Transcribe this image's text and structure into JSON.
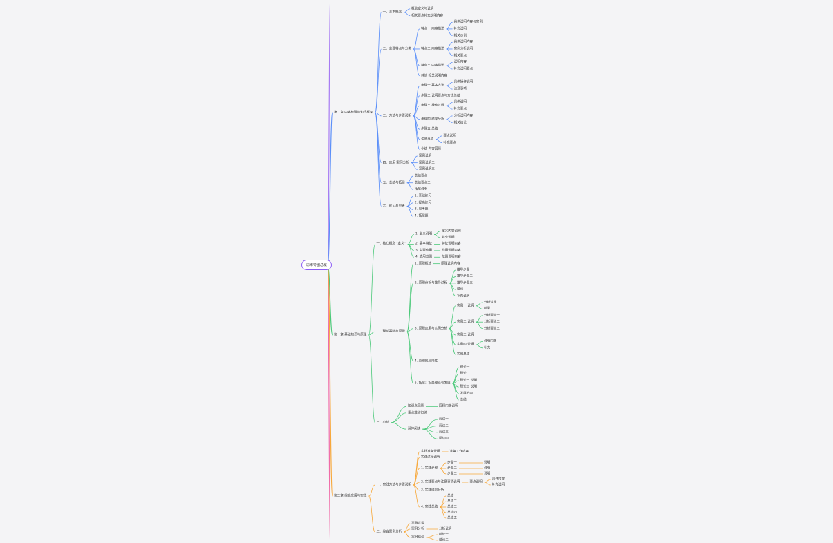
{
  "root": "思维导图总览",
  "colors": {
    "blue": "#5b8ff9",
    "green": "#4cc97a",
    "orange": "#f7a83b",
    "purple": "#a77bf3",
    "pink": "#f06ba8"
  },
  "branches": [
    {
      "label": "第二章 内容梳理与知识框架",
      "color": "#5b8ff9",
      "children": [
        {
          "label": "一、基本概念",
          "children": [
            {
              "label": "概念定义与说明"
            },
            {
              "label": "相关要点补充说明内容"
            }
          ]
        },
        {
          "label": "二、主要特点与分类",
          "children": [
            {
              "label": "特点一 内容描述",
              "children": [
                {
                  "label": "具体说明内容与实例"
                },
                {
                  "label": "补充说明"
                },
                {
                  "label": "相关示例"
                }
              ]
            },
            {
              "label": "特点二 内容描述",
              "children": [
                {
                  "label": "具体说明内容"
                },
                {
                  "label": "实例分析说明"
                },
                {
                  "label": "相关要点"
                }
              ]
            },
            {
              "label": "特点三 内容描述",
              "children": [
                {
                  "label": "说明内容"
                },
                {
                  "label": "补充说明要点"
                }
              ]
            },
            {
              "label": "其他 相关说明内容"
            }
          ]
        },
        {
          "label": "三、方法与步骤说明",
          "children": [
            {
              "label": "步骤一 基本方法",
              "children": [
                {
                  "label": "具体操作说明"
                },
                {
                  "label": "注意事项"
                }
              ]
            },
            {
              "label": "步骤二 说明要点与方法总结"
            },
            {
              "label": "步骤三 操作过程",
              "children": [
                {
                  "label": "具体说明"
                },
                {
                  "label": "补充要点"
                }
              ]
            },
            {
              "label": "步骤四 结果分析",
              "children": [
                {
                  "label": "分析说明内容"
                },
                {
                  "label": "相关结论"
                }
              ]
            },
            {
              "label": "步骤五 总结"
            },
            {
              "label": "注意事项",
              "children": [
                {
                  "label": "要点说明"
                },
                {
                  "label": "补充要点"
                }
              ]
            },
            {
              "label": "小结 内容回顾"
            }
          ]
        },
        {
          "label": "四、应用 案例分析",
          "children": [
            {
              "label": "案例说明一"
            },
            {
              "label": "案例说明二"
            },
            {
              "label": "案例说明三"
            }
          ]
        },
        {
          "label": "五、总结与拓展",
          "children": [
            {
              "label": "总结要点一"
            },
            {
              "label": "总结要点二"
            },
            {
              "label": "拓展说明"
            }
          ]
        },
        {
          "label": "六、练习与思考",
          "children": [
            {
              "label": "1. 基础练习"
            },
            {
              "label": "2. 提高练习"
            },
            {
              "label": "3. 思考题"
            },
            {
              "label": "4. 拓展题"
            }
          ]
        }
      ]
    },
    {
      "label": "第一章 基础知识与原理",
      "color": "#4cc97a",
      "children": [
        {
          "label": "一、核心概念 \"定义\"",
          "children": [
            {
              "label": "1. 定义说明",
              "children": [
                {
                  "label": "定义内容说明"
                },
                {
                  "label": "补充说明"
                }
              ]
            },
            {
              "label": "2. 基本特征",
              "children": [
                {
                  "label": "特征说明内容"
                }
              ]
            },
            {
              "label": "3. 主要作用",
              "children": [
                {
                  "label": "作用说明内容"
                }
              ]
            },
            {
              "label": "4. 适用范围",
              "children": [
                {
                  "label": "范围说明内容"
                }
              ]
            }
          ]
        },
        {
          "label": "二、理论基础与原理",
          "children": [
            {
              "label": "1. 原理概述",
              "children": [
                {
                  "label": "原理说明内容"
                }
              ]
            },
            {
              "label": "2. 原理分析与推导过程",
              "children": [
                {
                  "label": "推导步骤一"
                },
                {
                  "label": "推导步骤二"
                },
                {
                  "label": "推导步骤三"
                },
                {
                  "label": "结论"
                },
                {
                  "label": "补充说明"
                }
              ]
            },
            {
              "label": "3. 原理应用与实例分析",
              "children": [
                {
                  "label": "实例一 说明",
                  "children": [
                    {
                      "label": "分析过程"
                    },
                    {
                      "label": "结果"
                    }
                  ]
                },
                {
                  "label": "实例二 说明",
                  "children": [
                    {
                      "label": "分析要点一"
                    },
                    {
                      "label": "分析要点二"
                    },
                    {
                      "label": "分析要点三"
                    }
                  ]
                },
                {
                  "label": "实例三 说明"
                },
                {
                  "label": "实例四 说明",
                  "children": [
                    {
                      "label": "说明内容"
                    },
                    {
                      "label": "补充"
                    }
                  ]
                },
                {
                  "label": "实例总结"
                }
              ]
            },
            {
              "label": "4. 原理的局限性"
            },
            {
              "label": "5. 拓展：相关理论与发展",
              "children": [
                {
                  "label": "理论一"
                },
                {
                  "label": "理论二"
                },
                {
                  "label": "理论三 说明"
                },
                {
                  "label": "理论四 说明"
                },
                {
                  "label": "发展方向"
                },
                {
                  "label": "总结"
                }
              ]
            }
          ]
        },
        {
          "label": "三、小结",
          "children": [
            {
              "label": "知识点回顾",
              "children": [
                {
                  "label": "回顾内容说明"
                }
              ]
            },
            {
              "label": "重点难点归纳"
            },
            {
              "label": "延伸阅读",
              "children": [
                {
                  "label": "阅读一"
                },
                {
                  "label": "阅读二"
                },
                {
                  "label": "阅读三"
                },
                {
                  "label": "阅读四"
                }
              ]
            }
          ]
        }
      ]
    },
    {
      "label": "第三章 综合应用与实践",
      "color": "#f7a83b",
      "children": [
        {
          "label": "一、实践方法与步骤说明",
          "children": [
            {
              "label": "实践准备说明",
              "children": [
                {
                  "label": "准备工作内容"
                }
              ]
            },
            {
              "label": "实践过程说明"
            },
            {
              "label": "1. 实践步骤",
              "children": [
                {
                  "label": "步骤一",
                  "children": [
                    {
                      "label": "说明"
                    }
                  ]
                },
                {
                  "label": "步骤二",
                  "children": [
                    {
                      "label": "说明"
                    }
                  ]
                },
                {
                  "label": "步骤三",
                  "children": [
                    {
                      "label": "说明"
                    }
                  ]
                }
              ]
            },
            {
              "label": "2. 实践要点与注意事项说明",
              "children": [
                {
                  "label": "要点说明",
                  "children": [
                    {
                      "label": "具体内容"
                    },
                    {
                      "label": "补充说明"
                    }
                  ]
                }
              ]
            },
            {
              "label": "3. 实践结果分析"
            },
            {
              "label": "4. 实践总结",
              "children": [
                {
                  "label": "总结一"
                },
                {
                  "label": "总结二"
                },
                {
                  "label": "总结三"
                },
                {
                  "label": "总结四"
                },
                {
                  "label": "总结五"
                }
              ]
            }
          ]
        },
        {
          "label": "二、综合案例分析",
          "children": [
            {
              "label": "案例背景"
            },
            {
              "label": "案例分析",
              "children": [
                {
                  "label": "分析说明"
                }
              ]
            },
            {
              "label": "案例结论",
              "children": [
                {
                  "label": "结论一"
                },
                {
                  "label": "结论二"
                }
              ]
            }
          ]
        }
      ]
    }
  ]
}
